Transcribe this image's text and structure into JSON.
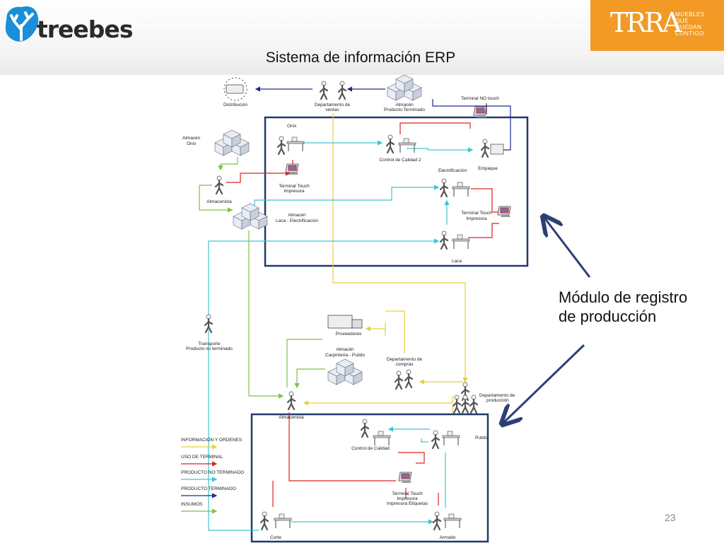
{
  "header": {
    "logo_left_text": "treebes",
    "logo_right_main": "TRRA",
    "logo_right_tagline": [
      "MUEBLES",
      "QUE",
      "QUEDAN",
      "CONTIGO"
    ],
    "title": "Sistema de información ERP"
  },
  "callout": {
    "line1": "Módulo de registro",
    "line2": "de producción"
  },
  "page_number": "23",
  "colors": {
    "informacion": "#e6d23a",
    "terminal": "#e02020",
    "no_terminado": "#3cc6cf",
    "terminado": "#1f2a8c",
    "insumos": "#7ec23e",
    "module_box": "#1f3a6b",
    "accent_orange": "#f29a25"
  },
  "diagram": {
    "distribucion": "Distribución",
    "depto_ventas": [
      "Departamento de",
      "ventas"
    ],
    "almacen_pt": [
      "Almacén",
      "Producto Terminado"
    ],
    "terminal_no_touch": "Terminal NO touch",
    "onix": "Onix",
    "control_calidad_2": "Control de Calidad 2",
    "empaque": "Empaque",
    "almacen_onix": [
      "Almacén",
      "Onix"
    ],
    "terminal_touch_1": [
      "Terminal Touch",
      "Impresora"
    ],
    "electrificacion": "Electrificación",
    "almacenista_top": "Almacenista",
    "almacen_laca": [
      "Almacén",
      "Laca - Electrificación"
    ],
    "terminal_touch_2": [
      "Terminal Touch",
      "Impresora"
    ],
    "laca": "Laca",
    "transporte": [
      "Transporte",
      "Producto no terminado"
    ],
    "proveedores": "Proveedores",
    "almacen_carpinteria": [
      "Almacén",
      "Carpintería - Pulido"
    ],
    "depto_compras": [
      "Departamento de",
      "compras"
    ],
    "depto_produccion": [
      "Departamento de",
      "producción"
    ],
    "almacenista_bottom": "Almacenista",
    "control_calidad": "Control de Calidad",
    "pulido": "Pulido",
    "terminal_touch_3": [
      "Terminal Touch",
      "Impresora",
      "Impresora Etiquetas"
    ],
    "corte": "Corte",
    "armado": "Armado"
  },
  "legend": [
    {
      "label": "INFORMACIÓN Y ORDENES",
      "color": "#e6d23a"
    },
    {
      "label": "USO DE TERMINAL",
      "color": "#e02020"
    },
    {
      "label": "PRODUCTO NO TERMINADO",
      "color": "#3cc6cf"
    },
    {
      "label": "PRODUCTO TERMINADO",
      "color": "#1f2a8c"
    },
    {
      "label": "INSUMOS",
      "color": "#7ec23e"
    }
  ]
}
